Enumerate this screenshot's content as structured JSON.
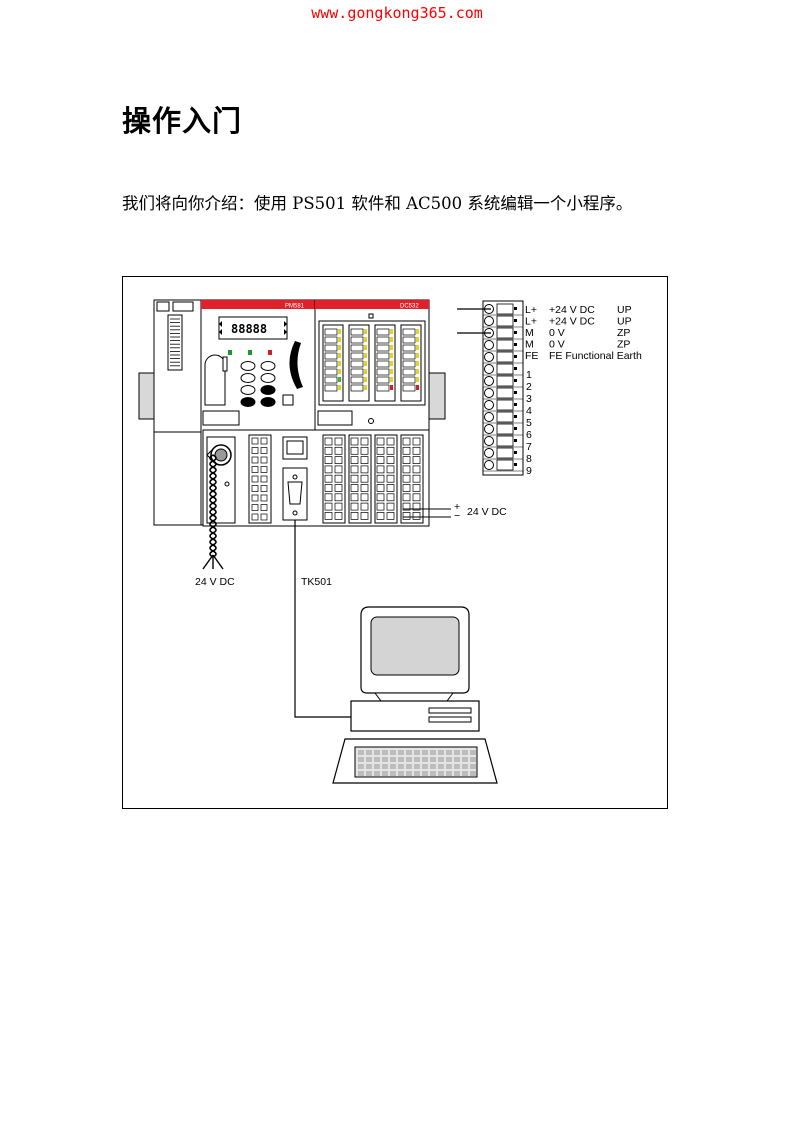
{
  "header": {
    "site_url": "www.gongkong365.com"
  },
  "page": {
    "title": "操作入门",
    "intro": "我们将向你介绍：使用 PS501 软件和 AC500 系统编辑一个小程序。"
  },
  "figure": {
    "module_cpu_label": "PM581",
    "module_io_label": "DC532",
    "lcd_text": "88888",
    "power_label": "24 V DC",
    "cable_label": "TK501",
    "io_supply_plus": "+",
    "io_supply_minus": "−",
    "io_supply_label": "24 V DC",
    "terminals": [
      {
        "pin": "L+",
        "desc": "+24 V DC",
        "code": "UP"
      },
      {
        "pin": "L+",
        "desc": "+24 V DC",
        "code": "UP"
      },
      {
        "pin": "M",
        "desc": "0 V",
        "code": "ZP"
      },
      {
        "pin": "M",
        "desc": "0 V",
        "code": "ZP"
      },
      {
        "pin": "FE",
        "desc": "FE  Functional Earth",
        "code": ""
      }
    ],
    "numbered_terminals": [
      "1",
      "2",
      "3",
      "4",
      "5",
      "6",
      "7",
      "8",
      "9"
    ],
    "colors": {
      "module_banner": "#e0202a",
      "led_green": "#1a9a2a",
      "led_red": "#d02020",
      "led_yellow": "#e8d020",
      "io_led_green": "#40b040"
    }
  }
}
